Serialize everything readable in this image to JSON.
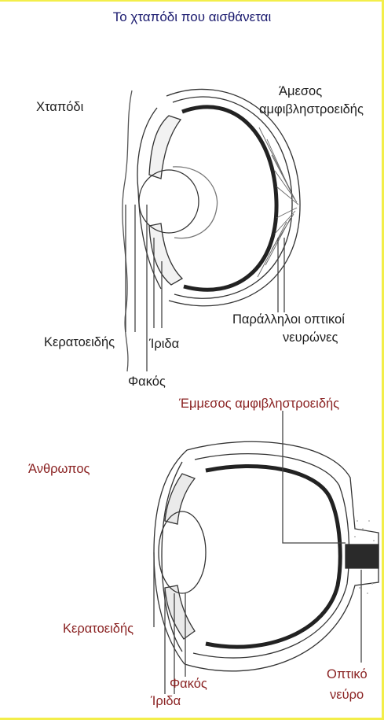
{
  "title": "Το χταπόδι που αισθάνεται",
  "colors": {
    "title": "#1a1a6e",
    "octopus_labels": "#1d1d1d",
    "human_labels": "#8a2222",
    "frame": "#f3ee4a"
  },
  "octopus": {
    "name": "Χταπόδι",
    "direct_retina_line1": "Άμεσος",
    "direct_retina_line2": "αμφιβληστροειδής",
    "parallel_neurons_line1": "Παράλληλοι οπτικοί",
    "parallel_neurons_line2": "νευρώνες",
    "cornea": "Κερατοειδής",
    "iris": "Ίριδα",
    "lens": "Φακός"
  },
  "human": {
    "indirect_retina": "Έμμεσος αμφιβληστροειδής",
    "name": "Άνθρωπος",
    "cornea": "Κερατοειδής",
    "lens": "Φακός",
    "optic_nerve_line1": "Οπτικό",
    "optic_nerve_line2": "νεύρο",
    "iris": "Ίριδα"
  }
}
